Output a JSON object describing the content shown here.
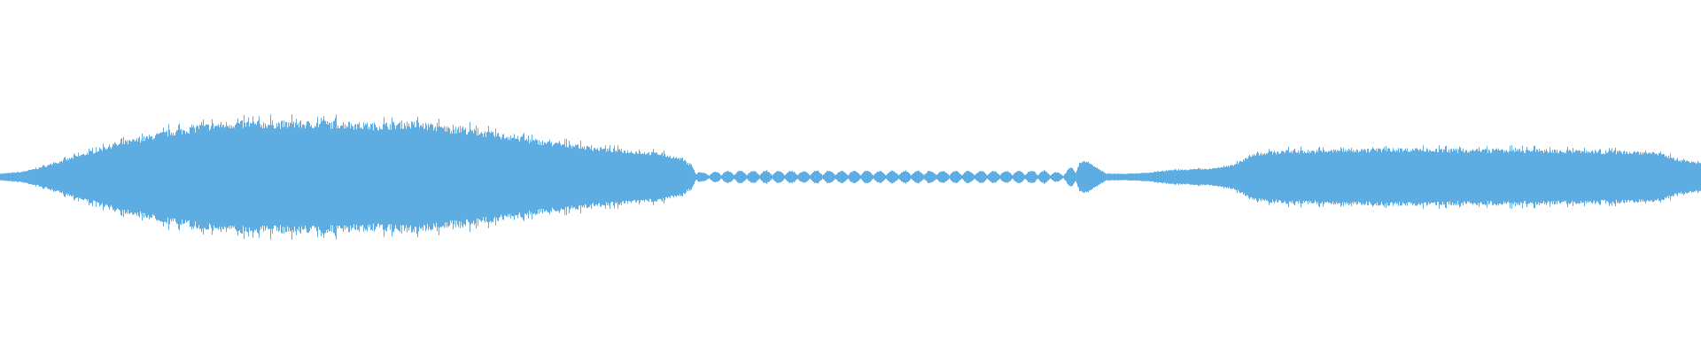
{
  "waveform": {
    "color": "#5dade2",
    "background": "#ffffff",
    "peak_envelope": [
      0.02,
      0.03,
      0.06,
      0.1,
      0.14,
      0.18,
      0.21,
      0.24,
      0.27,
      0.29,
      0.31,
      0.32,
      0.32,
      0.32,
      0.32,
      0.32,
      0.32,
      0.31,
      0.31,
      0.32,
      0.31,
      0.29,
      0.28,
      0.26,
      0.24,
      0.22,
      0.2,
      0.19,
      0.17,
      0.16,
      0.15,
      0.14,
      0.11,
      0.02,
      0.03,
      0.03,
      0.03,
      0.03,
      0.03,
      0.03,
      0.03,
      0.03,
      0.03,
      0.03,
      0.03,
      0.03,
      0.03,
      0.03,
      0.03,
      0.03,
      0.02,
      0.1,
      0.02,
      0.02,
      0.025,
      0.04,
      0.045,
      0.05,
      0.07,
      0.14,
      0.15,
      0.155,
      0.155,
      0.16,
      0.16,
      0.165,
      0.165,
      0.165,
      0.16,
      0.16,
      0.16,
      0.16,
      0.16,
      0.155,
      0.155,
      0.15,
      0.15,
      0.15,
      0.14,
      0.1,
      0.08
    ]
  }
}
